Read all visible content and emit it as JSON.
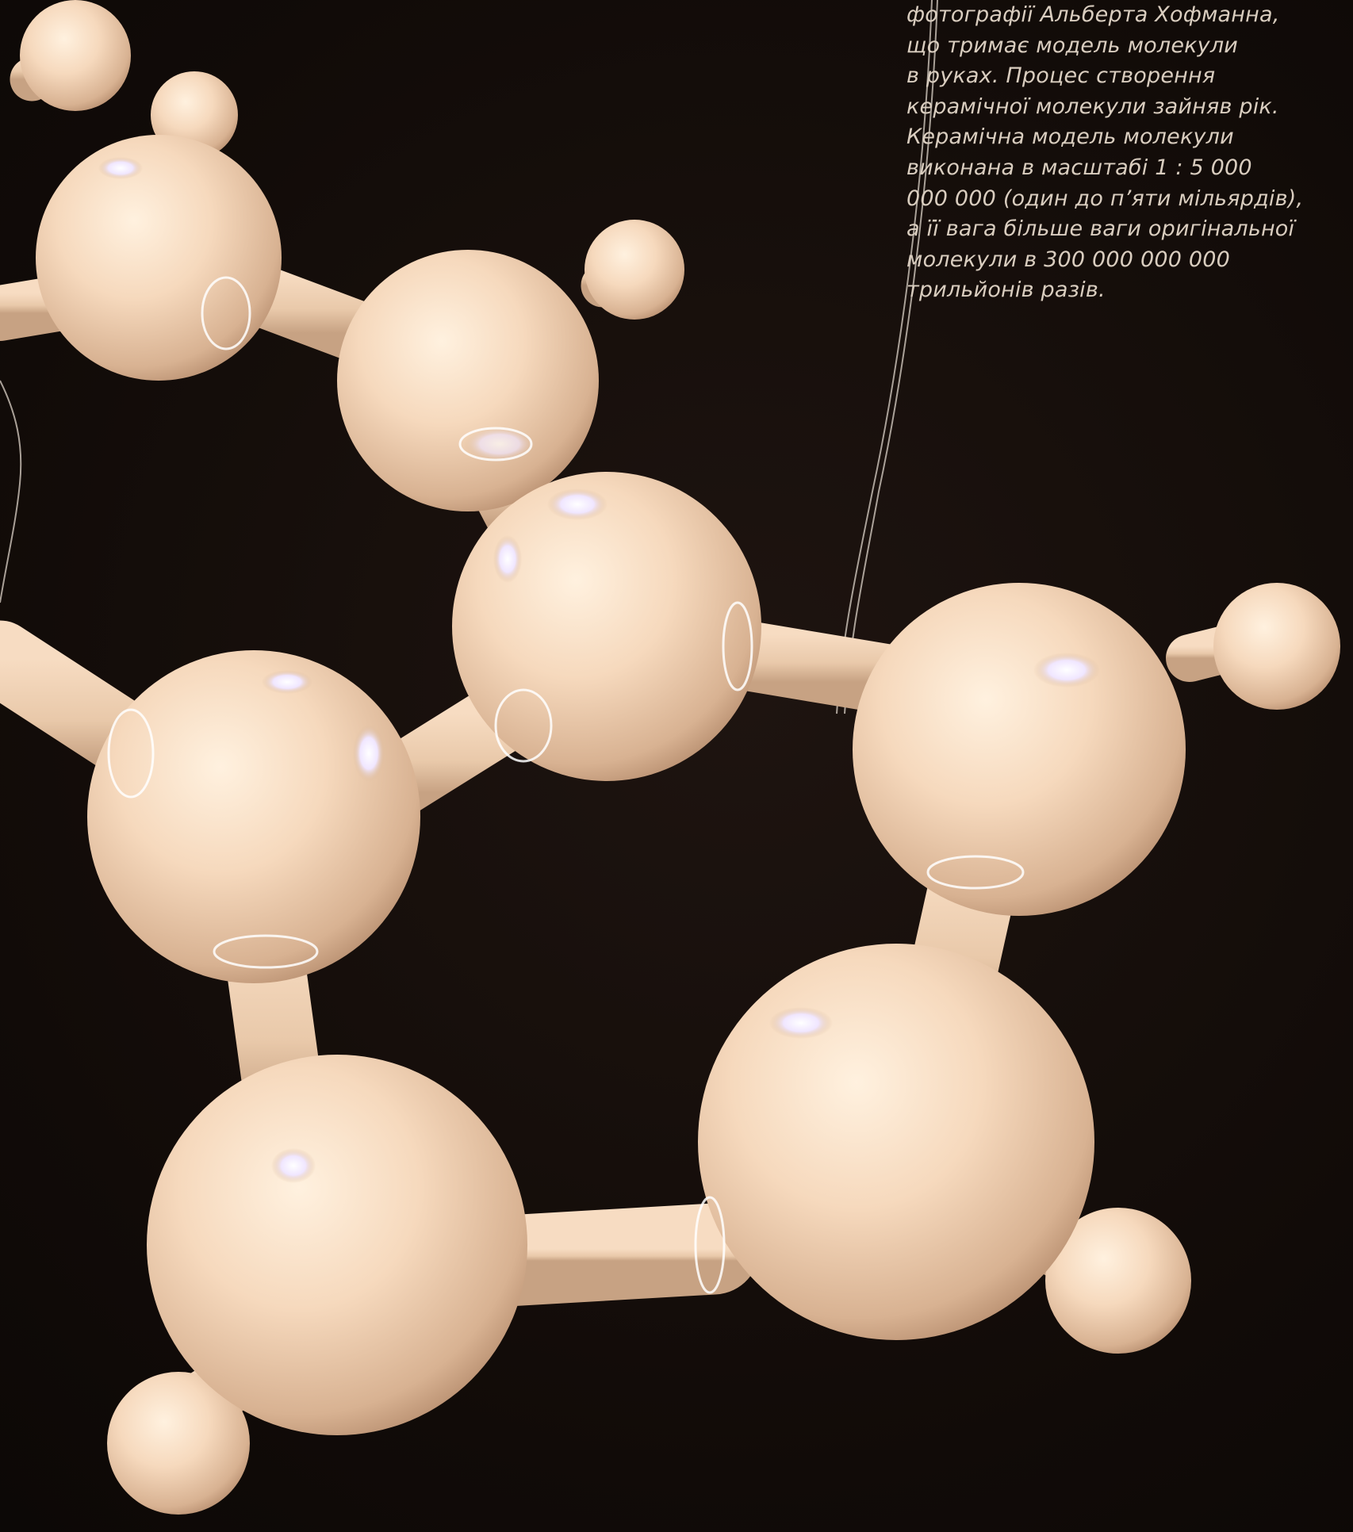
{
  "caption": {
    "lines": [
      "фотографії Альберта Хофманна,",
      "що тримає модель молекули",
      "в руках. Процес створення",
      "керамічної молекули зайняв рік.",
      "Керамічна модель молекули",
      "виконана в масштабі 1 : 5 000",
      "000 000 (один до п’яти мільярдів),",
      "а її вага більше ваги оригінальної",
      "молекули в 300 000 000 000",
      "трильйонів разів."
    ]
  },
  "colors": {
    "background": "#140d0a",
    "ceramic": "#f6d9bd",
    "ceramic_shadow": "#c9a486",
    "highlight": "#ffffff",
    "caption_text": "#d9cdbf"
  }
}
